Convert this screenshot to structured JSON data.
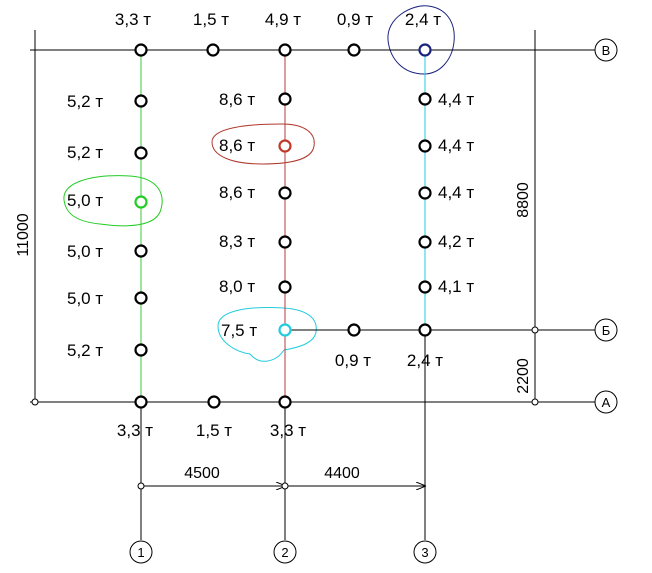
{
  "axes": {
    "vertical": [
      "1",
      "2",
      "3"
    ],
    "horizontal": [
      "В",
      "Б",
      "А"
    ]
  },
  "dimensions": {
    "span_1_2": "4500",
    "span_2_3": "4400",
    "height_total": "11000",
    "height_v_b": "8800",
    "height_b_a": "2200"
  },
  "colors": {
    "grid": "#000000",
    "axis1_line": "#3cc83c",
    "axis2_line": "#b43c3c",
    "axis3_line": "#22ccdd",
    "green_highlight": "#22cc22",
    "red_highlight": "#c0392b",
    "cyan_highlight": "#22ccdd",
    "blue_highlight": "#1a237e"
  },
  "loads": {
    "top_row": [
      "3,3 т",
      "1,5 т",
      "4,9 т",
      "0,9 т",
      "2,4 т"
    ],
    "axis1_column": [
      "5,2 т",
      "5,2 т",
      "5,0 т",
      "5,0 т",
      "5,0 т",
      "5,2 т"
    ],
    "axis2_column": [
      "8,6 т",
      "8,6 т",
      "8,6 т",
      "8,3 т",
      "8,0 т",
      "7,5 т"
    ],
    "axis3_column": [
      "4,4 т",
      "4,4 т",
      "4,4 т",
      "4,2 т",
      "4,1 т"
    ],
    "row_b": [
      "0,9 т",
      "2,4 т"
    ],
    "bottom_row": [
      "3,3 т",
      "1,5 т",
      "3,3 т"
    ]
  }
}
